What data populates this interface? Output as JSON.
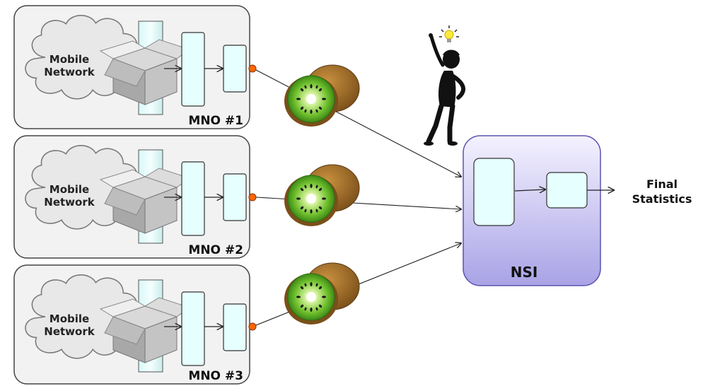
{
  "mnos": [
    {
      "cloud_label_line1": "Mobile",
      "cloud_label_line2": "Network",
      "label": "MNO #1"
    },
    {
      "cloud_label_line1": "Mobile",
      "cloud_label_line2": "Network",
      "label": "MNO #2"
    },
    {
      "cloud_label_line1": "Mobile",
      "cloud_label_line2": "Network",
      "label": "MNO #3"
    }
  ],
  "nsi": {
    "label": "NSI"
  },
  "output": {
    "line1": "Final",
    "line2": "Statistics"
  },
  "colors": {
    "panel_fill": "#f2f2f2",
    "panel_stroke": "#444444",
    "process_fill": "#e6ffff",
    "process_stroke": "#333333",
    "connector_dot": "#ff6600",
    "nsi_top": "#f3f1ff",
    "nsi_bottom": "#a9a3e6",
    "kiwi_flesh": "#7cc13a",
    "kiwi_skin": "#9a6a2a"
  },
  "icons": [
    "cloud-icon",
    "open-box-icon",
    "kiwi-icon",
    "thinking-person-icon",
    "lightbulb-icon"
  ]
}
